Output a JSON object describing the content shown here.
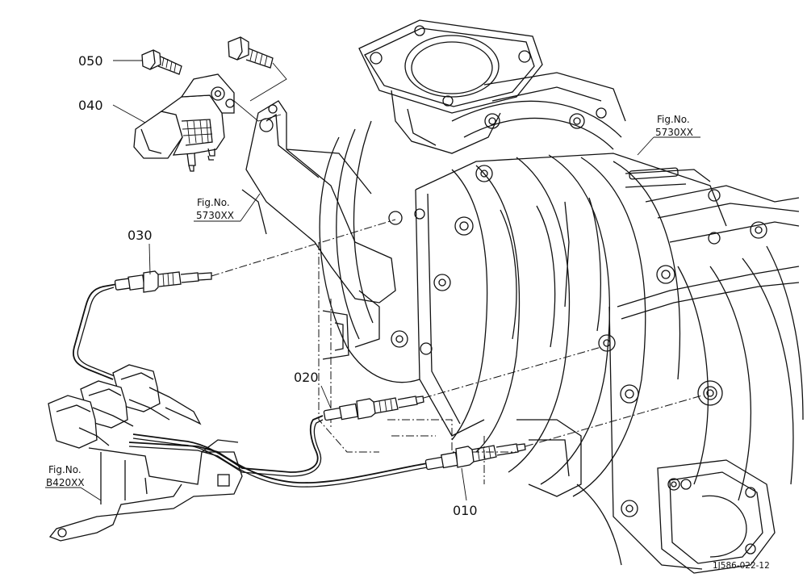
{
  "parts": [
    {
      "id": "p010",
      "number": "010"
    },
    {
      "id": "p020",
      "number": "020"
    },
    {
      "id": "p030",
      "number": "030"
    },
    {
      "id": "p040",
      "number": "040"
    },
    {
      "id": "p050",
      "number": "050"
    }
  ],
  "fig_refs": [
    {
      "prefix": "Fig.No.",
      "number": "5730XX"
    },
    {
      "prefix": "Fig.No.",
      "number": "5730XX"
    },
    {
      "prefix": "Fig.No.",
      "number": "B420XX"
    }
  ],
  "drawing_id": "1J586-022-12"
}
